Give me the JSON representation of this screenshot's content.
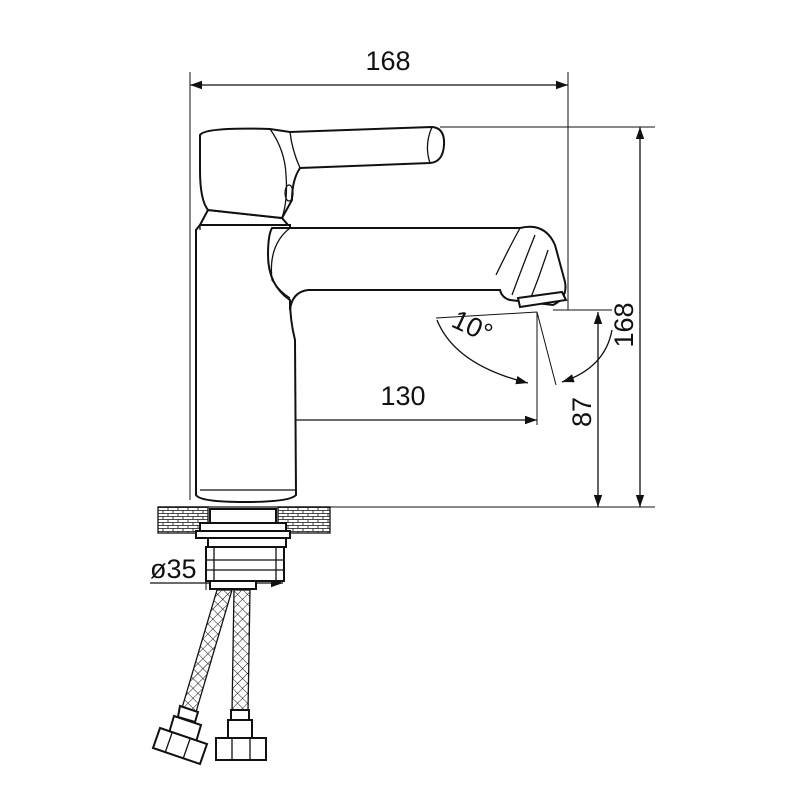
{
  "drawing": {
    "dimensions": {
      "overall_width": "168",
      "overall_height": "168",
      "spout_reach": "130",
      "spout_height": "87",
      "spray_angle": "10°",
      "hole_diameter": "ø35"
    }
  }
}
